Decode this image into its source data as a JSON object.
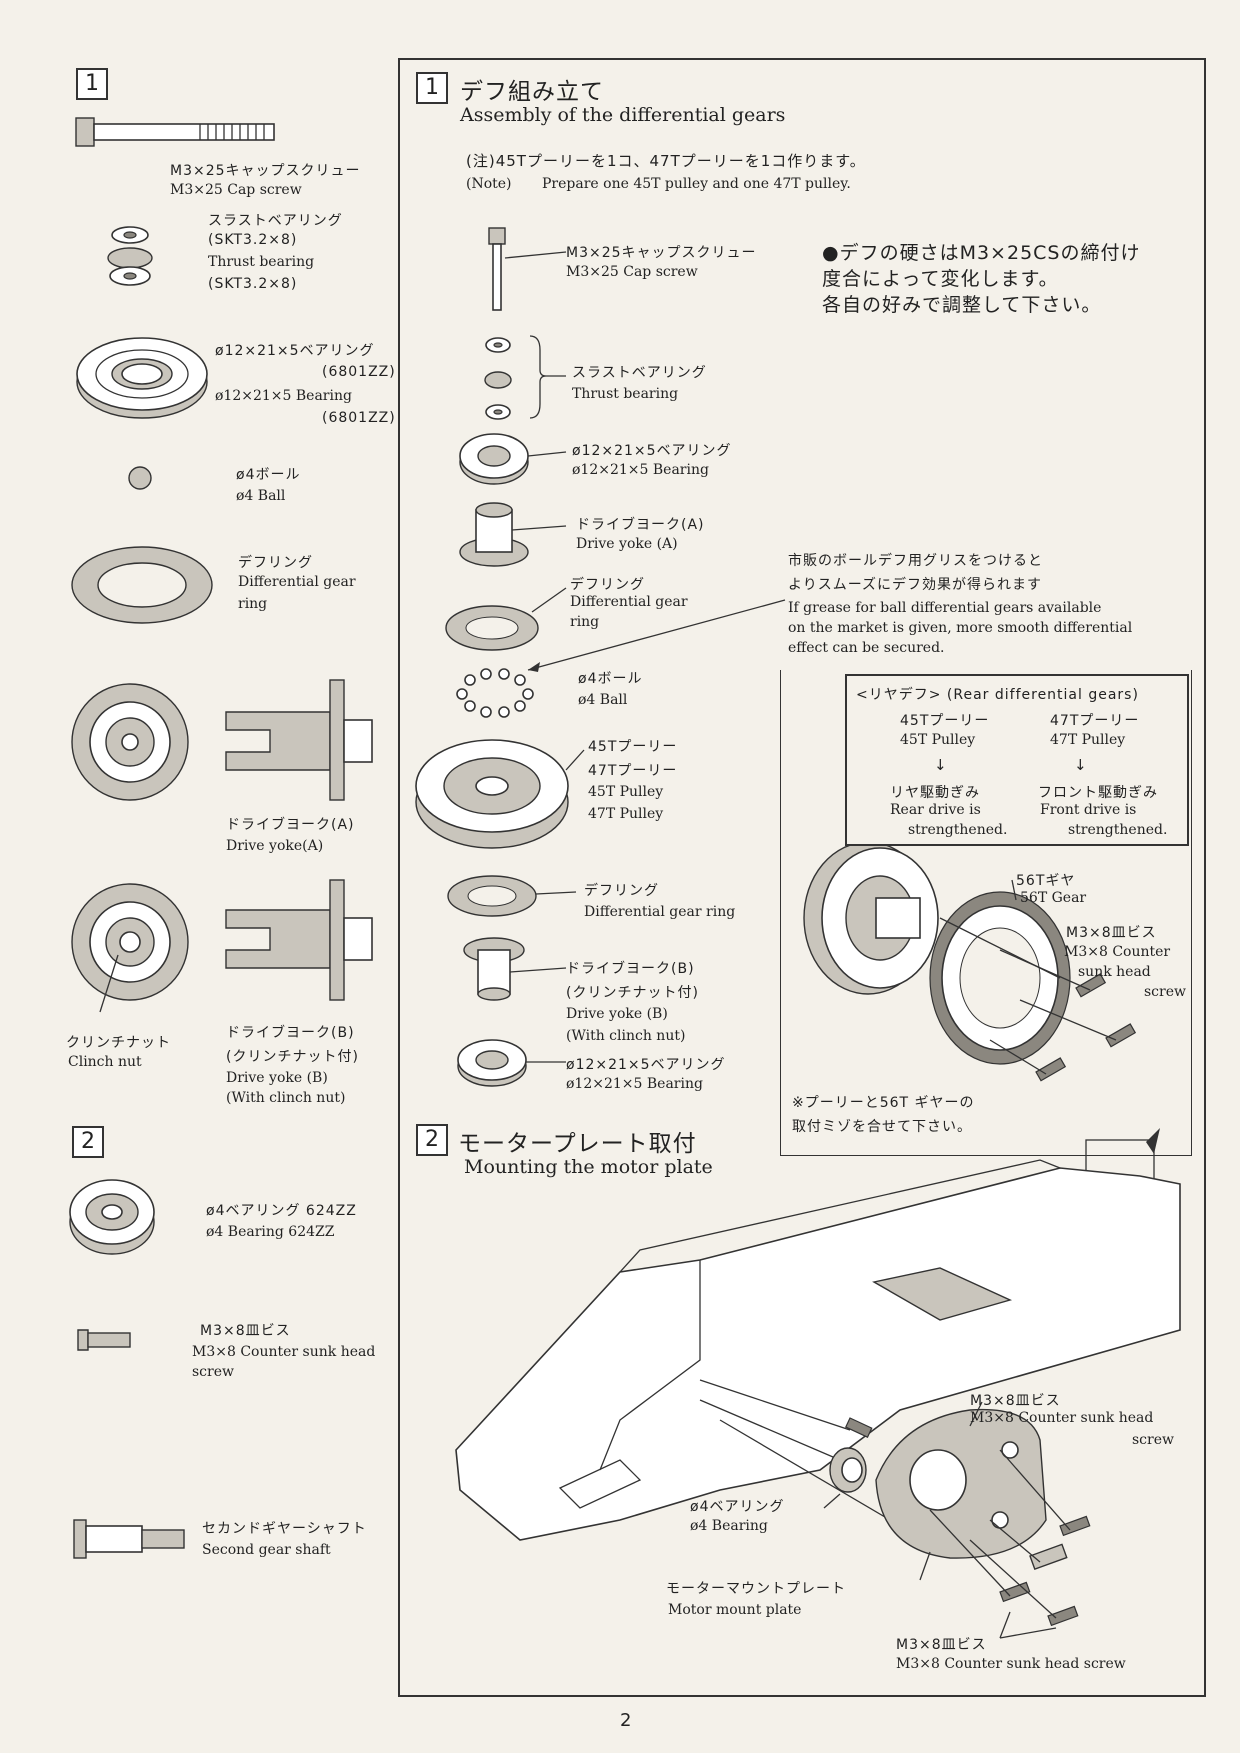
{
  "page_number": "2",
  "left_column": {
    "section1_number": "1",
    "section2_number": "2",
    "parts": {
      "cap_screw": {
        "jp": "M3×25キャップスクリュー",
        "en": "M3×25 Cap screw"
      },
      "thrust_bearing": {
        "jp": "スラストベアリング",
        "jp_code": "(SKT3.2×8)",
        "en": "Thrust bearing",
        "en_code": "(SKT3.2×8)"
      },
      "bearing_12": {
        "jp": "ø12×21×5ベアリング",
        "jp_code": "(6801ZZ)",
        "en": "ø12×21×5 Bearing",
        "en_code": "(6801ZZ)"
      },
      "ball": {
        "jp": "ø4ボール",
        "en": "ø4 Ball"
      },
      "diff_ring": {
        "jp": "デフリング",
        "en": "Differential gear",
        "en2": "ring"
      },
      "drive_yoke_a": {
        "jp": "ドライブヨーク(A)",
        "en": "Drive yoke(A)"
      },
      "clinch_nut": {
        "jp": "クリンチナット",
        "en": "Clinch nut"
      },
      "drive_yoke_b": {
        "jp": "ドライブヨーク(B)",
        "jp2": "(クリンチナット付)",
        "en": "Drive yoke (B)",
        "en2": "(With clinch nut)"
      },
      "bearing_4": {
        "jp": "ø4ベアリング 624ZZ",
        "en": "ø4 Bearing 624ZZ"
      },
      "countersunk": {
        "jp": "M3×8皿ビス",
        "en": "M3×8 Counter sunk head",
        "en2": "screw"
      },
      "second_shaft": {
        "jp": "セカンドギヤーシャフト",
        "en": "Second gear shaft"
      }
    }
  },
  "section1": {
    "number": "1",
    "title_jp": "デフ組み立て",
    "title_en": "Assembly of the differential gears",
    "note_jp": "(注)45Tプーリーを1コ、47Tプーリーを1コ作ります。",
    "note_en_prefix": "(Note)",
    "note_en": "Prepare one 45T pulley and one 47T pulley.",
    "hardness_note": [
      "●デフの硬さはM3×25CSの締付け",
      "度合によって変化します。",
      "各自の好みで調整して下さい。"
    ],
    "grease_note_jp": [
      "市販のボールデフ用グリスをつけると",
      "よりスムーズにデフ効果が得られます"
    ],
    "grease_note_en": [
      "If grease for ball differential gears available",
      "on the market is given, more smooth differential",
      "effect can be secured."
    ],
    "labels": {
      "cap_screw_jp": "M3×25キャップスクリュー",
      "cap_screw_en": "M3×25 Cap screw",
      "thrust_jp": "スラストベアリング",
      "thrust_en": "Thrust bearing",
      "bearing_jp": "ø12×21×5ベアリング",
      "bearing_en": "ø12×21×5 Bearing",
      "yoke_a_jp": "ドライブヨーク(A)",
      "yoke_a_en": "Drive yoke (A)",
      "ring_jp": "デフリング",
      "ring_en": "Differential gear",
      "ring_en2": "ring",
      "ball_jp": "ø4ボール",
      "ball_en": "ø4 Ball",
      "pulley_jp1": "45Tプーリー",
      "pulley_jp2": "47Tプーリー",
      "pulley_en1": "45T Pulley",
      "pulley_en2": "47T Pulley",
      "ring2_jp": "デフリング",
      "ring2_en": "Differential gear ring",
      "yoke_b_jp": "ドライブヨーク(B)",
      "yoke_b_jp2": "(クリンチナット付)",
      "yoke_b_en": "Drive yoke (B)",
      "yoke_b_en2": "(With clinch nut)",
      "bearing2_jp": "ø12×21×5ベアリング",
      "bearing2_en": "ø12×21×5 Bearing"
    },
    "rear_box": {
      "title": "<リヤデフ> (Rear differential gears)",
      "col1_jp": "45Tプーリー",
      "col1_en": "45T Pulley",
      "col2_jp": "47Tプーリー",
      "col2_en": "47T Pulley",
      "arrow": "↓",
      "col1_res_jp": "リヤ駆動ぎみ",
      "col1_res_en1": "Rear drive is",
      "col1_res_en2": "strengthened.",
      "col2_res_jp": "フロント駆動ぎみ",
      "col2_res_en1": "Front drive is",
      "col2_res_en2": "strengthened."
    },
    "gear_labels": {
      "gear_jp": "56Tギヤ",
      "gear_en": "56T Gear",
      "screw_jp": "M3×8皿ビス",
      "screw_en1": "M3×8 Counter",
      "screw_en2": "sunk head",
      "screw_en3": "screw",
      "align_note1": "※プーリーと56T ギヤーの",
      "align_note2": "取付ミゾを合せて下さい。"
    }
  },
  "section2": {
    "number": "2",
    "title_jp": "モータープレート取付",
    "title_en": "Mounting the motor plate",
    "labels": {
      "screw_top_jp": "M3×8皿ビス",
      "screw_top_en1": "M3×8 Counter sunk head",
      "screw_top_en2": "screw",
      "bearing_jp": "ø4ベアリング",
      "bearing_en": "ø4 Bearing",
      "plate_jp": "モーターマウントプレート",
      "plate_en": "Motor mount plate",
      "screw_bot_jp": "M3×8皿ビス",
      "screw_bot_en": "M3×8 Counter sunk head screw"
    }
  }
}
